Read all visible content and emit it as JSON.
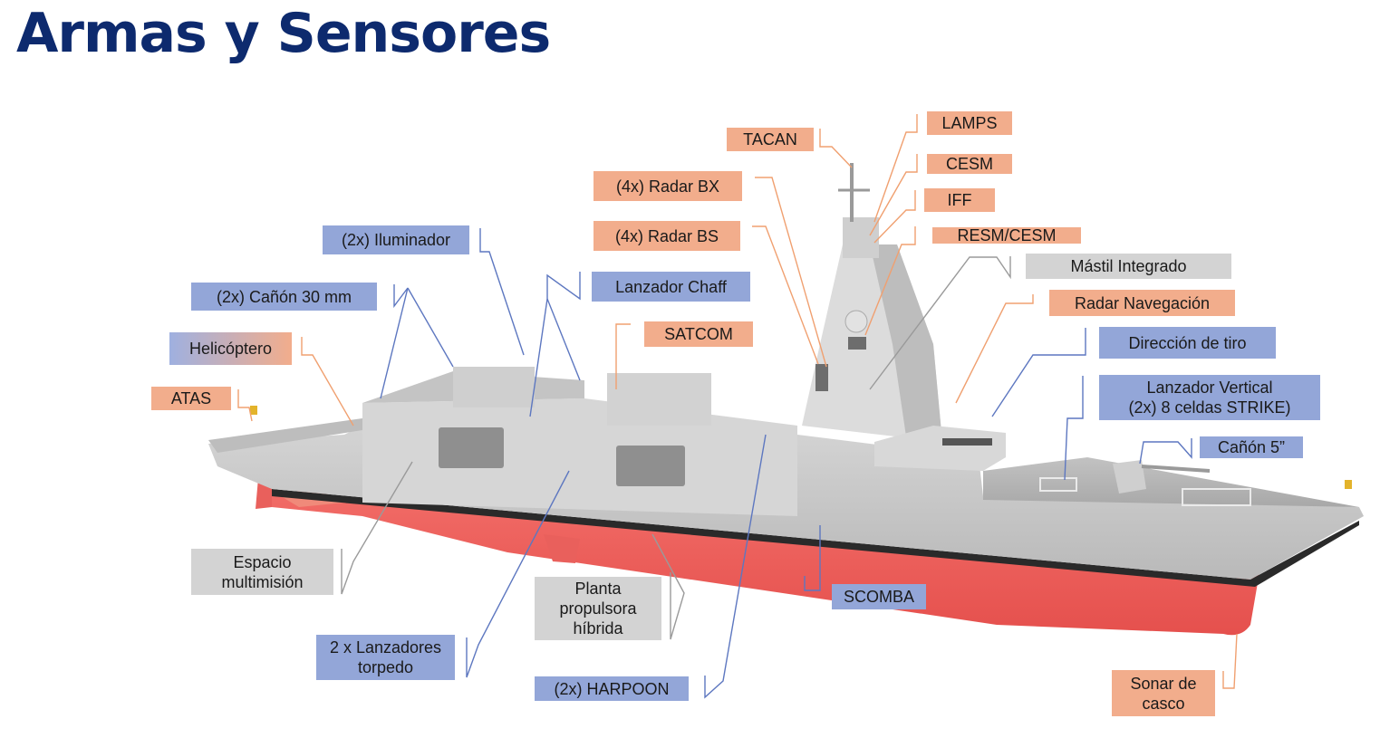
{
  "title": "Armas y Sensores",
  "labels": {
    "tacan": "TACAN",
    "lamps": "LAMPS",
    "cesm": "CESM",
    "iff": "IFF",
    "resm_cesm": "RESM/CESM",
    "radar_bx": "(4x) Radar BX",
    "radar_bs": "(4x) Radar BS",
    "iluminador": "(2x) Iluminador",
    "mastil": "Mástil Integrado",
    "radar_nav": "Radar Navegación",
    "chaff": "Lanzador Chaff",
    "canon30": "(2x) Cañón 30 mm",
    "satcom": "SATCOM",
    "helicoptero": "Helicóptero",
    "direccion_tiro": "Dirección de tiro",
    "atas": "ATAS",
    "lanzador_vertical": "Lanzador Vertical\n(2x) 8 celdas STRIKE)",
    "canon5": "Cañón 5”",
    "espacio": "Espacio\nmultimisión",
    "planta": "Planta\npropulsora\nhíbrida",
    "scomba": "SCOMBA",
    "torpedo": "2 x Lanzadores\ntorpedo",
    "harpoon": "(2x) HARPOON",
    "sonar": "Sonar de\ncasco"
  },
  "colors": {
    "title": "#0d2a6e",
    "sensor": "#f2ad8c",
    "weapon": "#93a6d8",
    "platform": "#d3d3d3",
    "hull_red": "#f06a66",
    "ship_grey": "#c9c9c9"
  }
}
